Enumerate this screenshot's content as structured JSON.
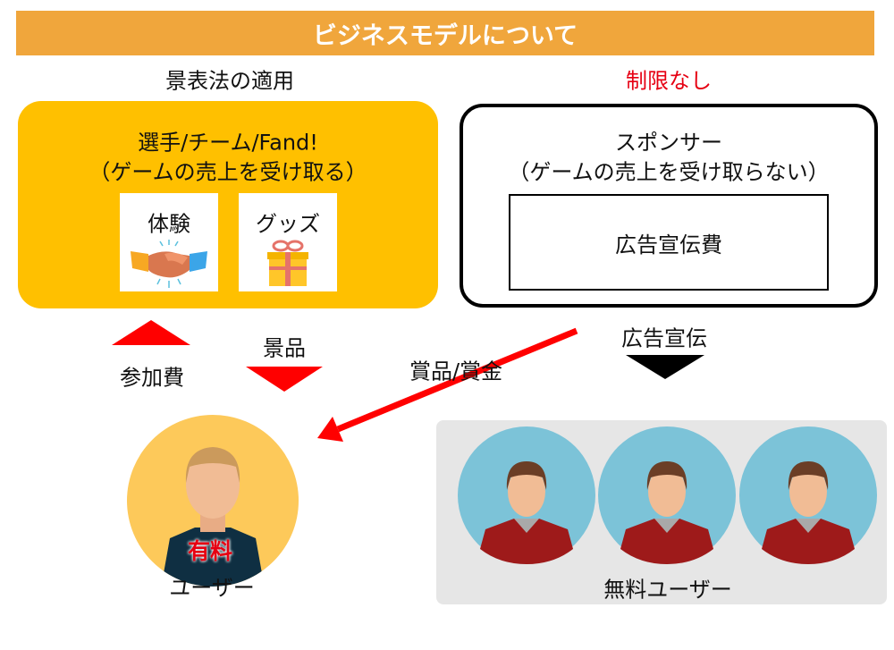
{
  "title": "ビジネスモデルについて",
  "left_header": "景表法の適用",
  "right_header": "制限なし",
  "left_box": {
    "line1": "選手/チーム/Fand!",
    "line2": "（ゲームの売上を受け取る）",
    "cards": [
      {
        "label": "体験",
        "icon": "handshake-icon"
      },
      {
        "label": "グッズ",
        "icon": "gift-icon"
      }
    ]
  },
  "right_box": {
    "line1": "スポンサー",
    "line2": "（ゲームの売上を受け取らない）",
    "inner": "広告宣伝費"
  },
  "flows": {
    "fee": "参加費",
    "prize": "景品",
    "reward": "賞品/賞金",
    "ad": "広告宣伝"
  },
  "paid_user": {
    "badge": "有料",
    "label": "ユーザー"
  },
  "free_users": {
    "label": "無料ユーザー",
    "count": 3
  },
  "colors": {
    "banner": "#F0A63C",
    "yellow": "#FFC000",
    "red": "#E60012",
    "gray": "#E6E6E6"
  }
}
